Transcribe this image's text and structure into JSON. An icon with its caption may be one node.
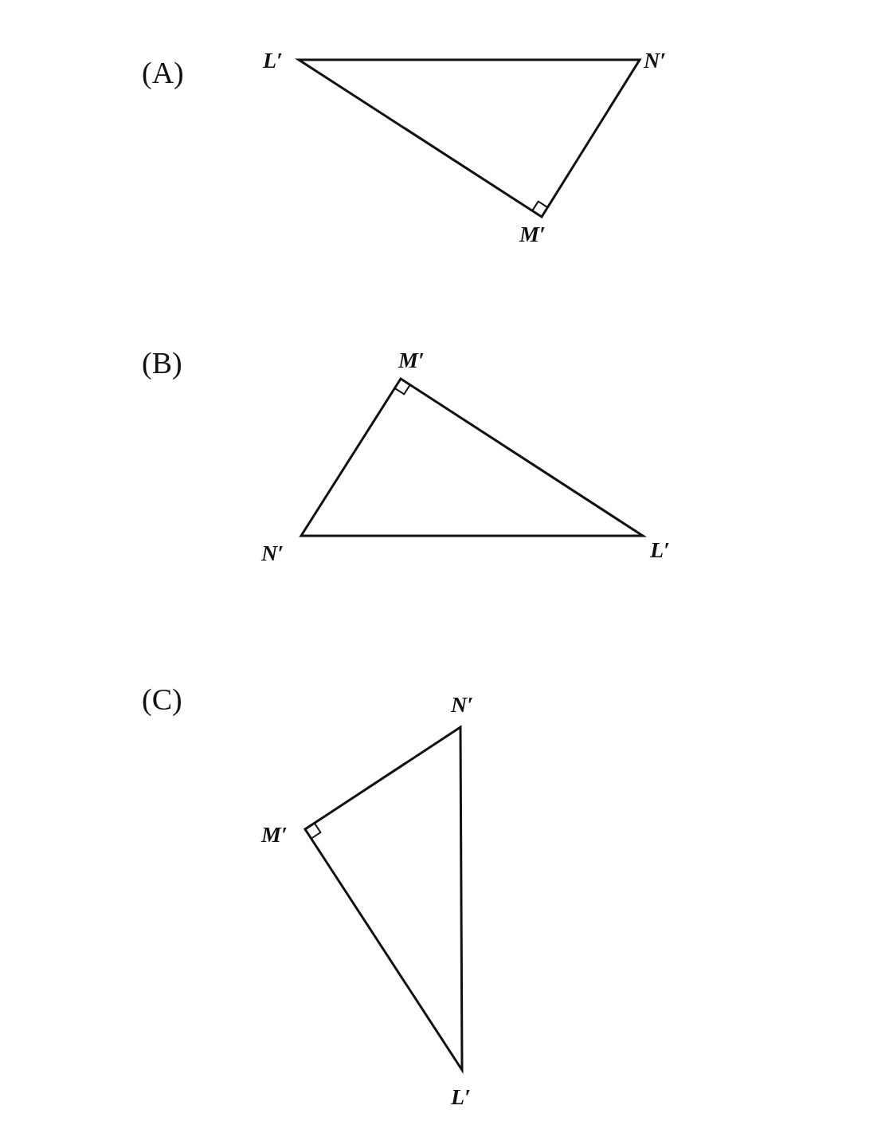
{
  "diagram": {
    "labels": [
      "(A)",
      "L′",
      "N′",
      "M′",
      "(B)",
      "M′",
      "N′",
      "L′",
      "(C)",
      "N′",
      "M′",
      "L′"
    ]
  }
}
